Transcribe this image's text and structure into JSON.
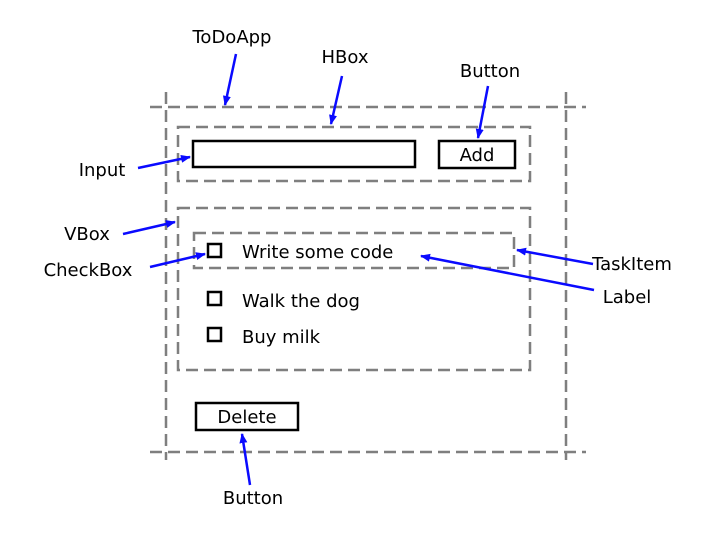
{
  "annotations": {
    "todoapp": "ToDoApp",
    "hbox": "HBox",
    "button_top": "Button",
    "input": "Input",
    "vbox": "VBox",
    "checkbox": "CheckBox",
    "taskitem": "TaskItem",
    "label": "Label",
    "button_bottom": "Button"
  },
  "ui": {
    "add_label": "Add",
    "delete_label": "Delete",
    "tasks": [
      "Write some code",
      "Walk the dog",
      "Buy milk"
    ]
  },
  "colors": {
    "arrow": "#0a0aff",
    "dashed_outline": "#7f7f7f"
  }
}
